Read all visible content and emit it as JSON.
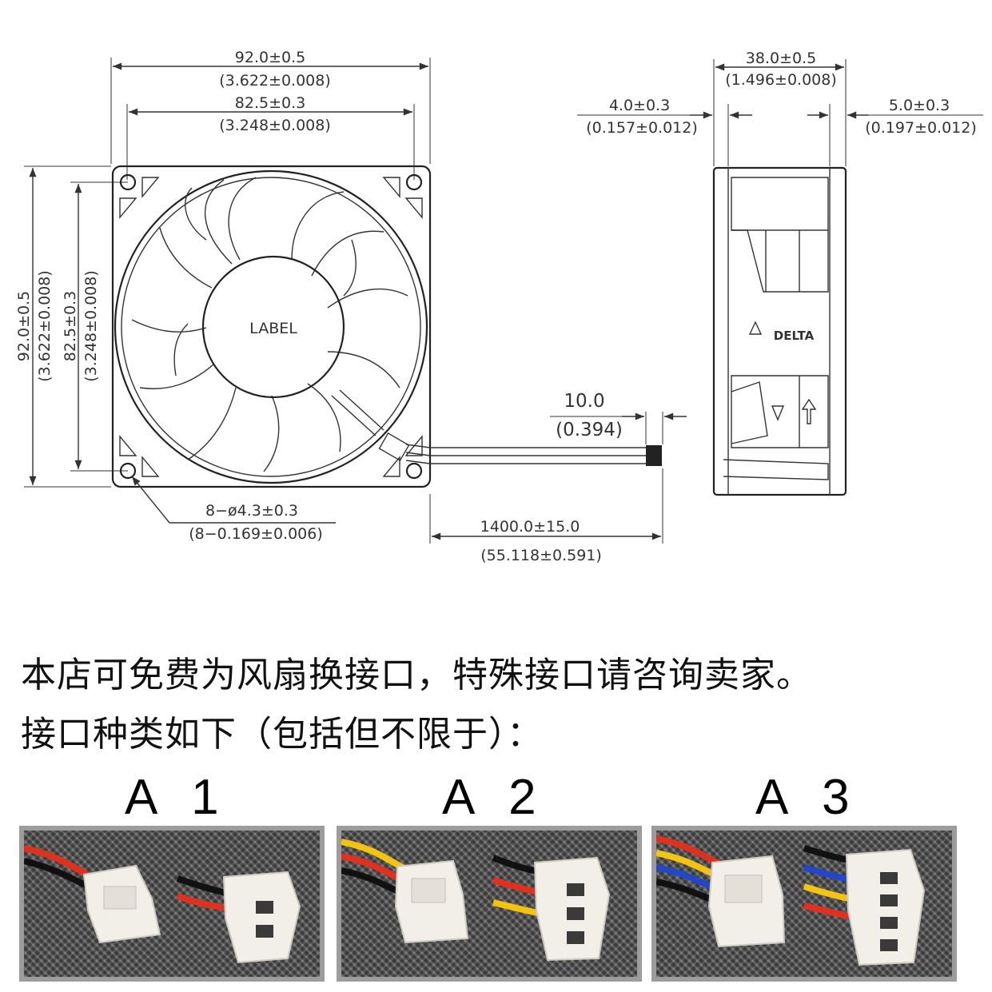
{
  "drawing": {
    "front": {
      "width_outer": "92.0±0.5",
      "width_outer_in": "(3.622±0.008)",
      "width_holes": "82.5±0.3",
      "width_holes_in": "(3.248±0.008)",
      "height_outer": "92.0±0.5",
      "height_outer_in": "(3.622±0.008)",
      "height_holes": "82.5±0.3",
      "height_holes_in": "(3.248±0.008)",
      "hub_label": "LABEL",
      "holes": "8−ø4.3±0.3",
      "holes_in": "(8−0.169±0.006)"
    },
    "cable": {
      "connector_len": "10.0",
      "connector_len_in": "(0.394)",
      "length": "1400.0±15.0",
      "length_in": "(55.118±0.591)"
    },
    "side": {
      "depth": "38.0±0.5",
      "depth_in": "(1.496±0.008)",
      "left_flange": "4.0±0.3",
      "left_flange_in": "(0.157±0.012)",
      "right_flange": "5.0±0.3",
      "right_flange_in": "(0.197±0.012)",
      "brand": "DELTA"
    }
  },
  "notice": {
    "line1": "本店可免费为风扇换接口，特殊接口请咨询卖家。",
    "line2": "接口种类如下（包括但不限于）："
  },
  "connectors": [
    {
      "label": "A 1",
      "pins": 2,
      "wires": [
        "#e0301e",
        "#111111"
      ]
    },
    {
      "label": "A 2",
      "pins": 3,
      "wires": [
        "#f2c40f",
        "#e0301e",
        "#111111"
      ]
    },
    {
      "label": "A 3",
      "pins": 4,
      "wires": [
        "#e0301e",
        "#f2c40f",
        "#2347c9",
        "#111111"
      ]
    }
  ]
}
